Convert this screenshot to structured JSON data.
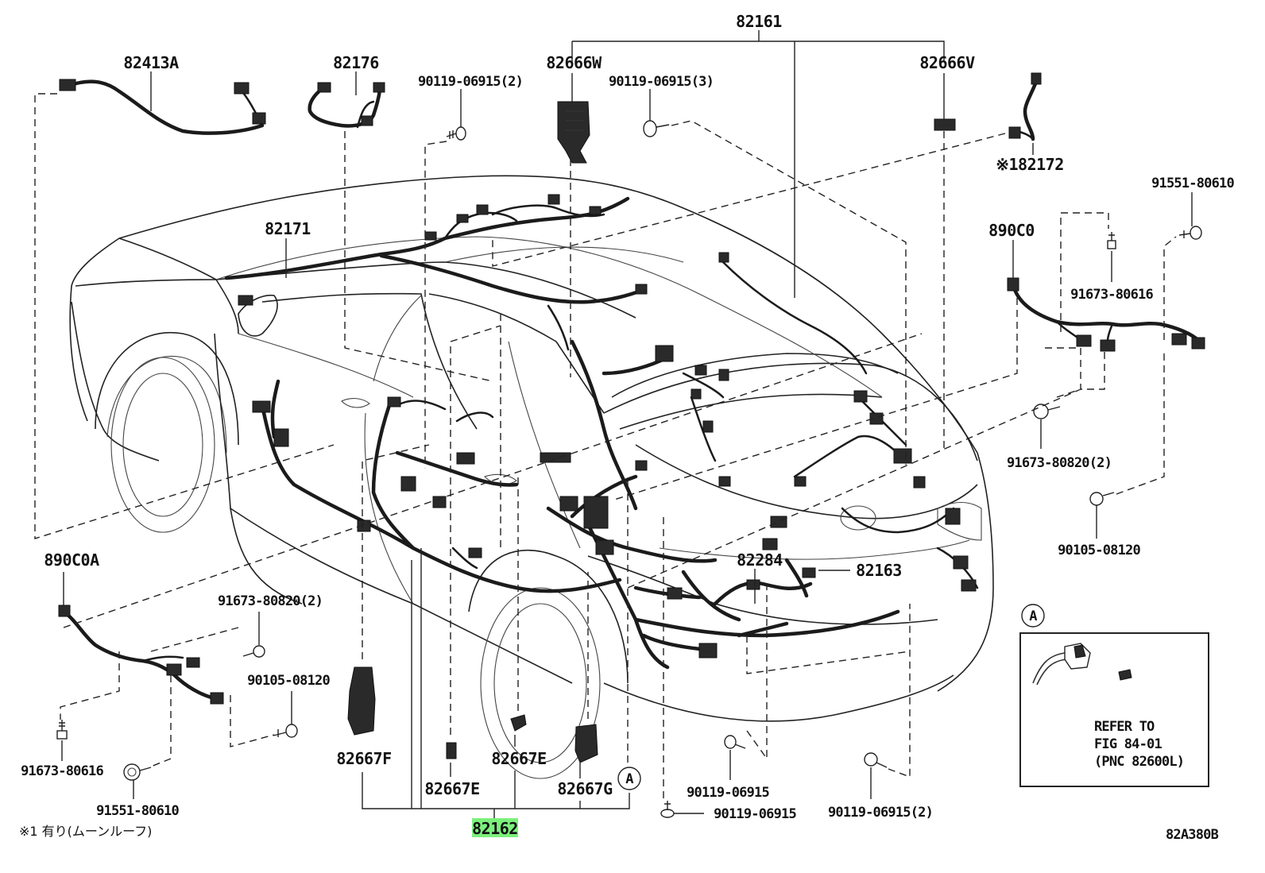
{
  "figure_code": "82A380B",
  "footnote": "※1 有り(ムーンルーフ)",
  "circle_marker": "A",
  "highlight_color": "#7cf07c",
  "labels": {
    "p82161": "82161",
    "p82413A": "82413A",
    "p82176": "82176",
    "p90119_06915_2_top": "90119-06915(2)",
    "p82666W": "82666W",
    "p90119_06915_3": "90119-06915(3)",
    "p82666V": "82666V",
    "p82172": "※182172",
    "p91551_80610_r": "91551-80610",
    "p82171": "82171",
    "p890C0": "890C0",
    "p91673_80616_r": "91673-80616",
    "p91673_80820_2_r": "91673-80820(2)",
    "p90105_08120_r": "90105-08120",
    "p82284": "82284",
    "p82163": "82163",
    "p890C0A": "890C0A",
    "p91673_80820_2_l": "91673-80820(2)",
    "p90105_08120_l": "90105-08120",
    "p91673_80616_l": "91673-80616",
    "p91551_80610_l": "91551-80610",
    "p82667F": "82667F",
    "p82667E_top": "82667E",
    "p82667E_bottom": "82667E",
    "p82667G": "82667G",
    "p82162": "82162",
    "p90119_06915_a": "90119-06915",
    "p90119_06915_b": "90119-06915",
    "p90119_06915_2_bottom": "90119-06915(2)"
  },
  "refer_box": {
    "line1": "REFER TO",
    "line2": "FIG 84-01",
    "line3": "(PNC 82600L)"
  }
}
